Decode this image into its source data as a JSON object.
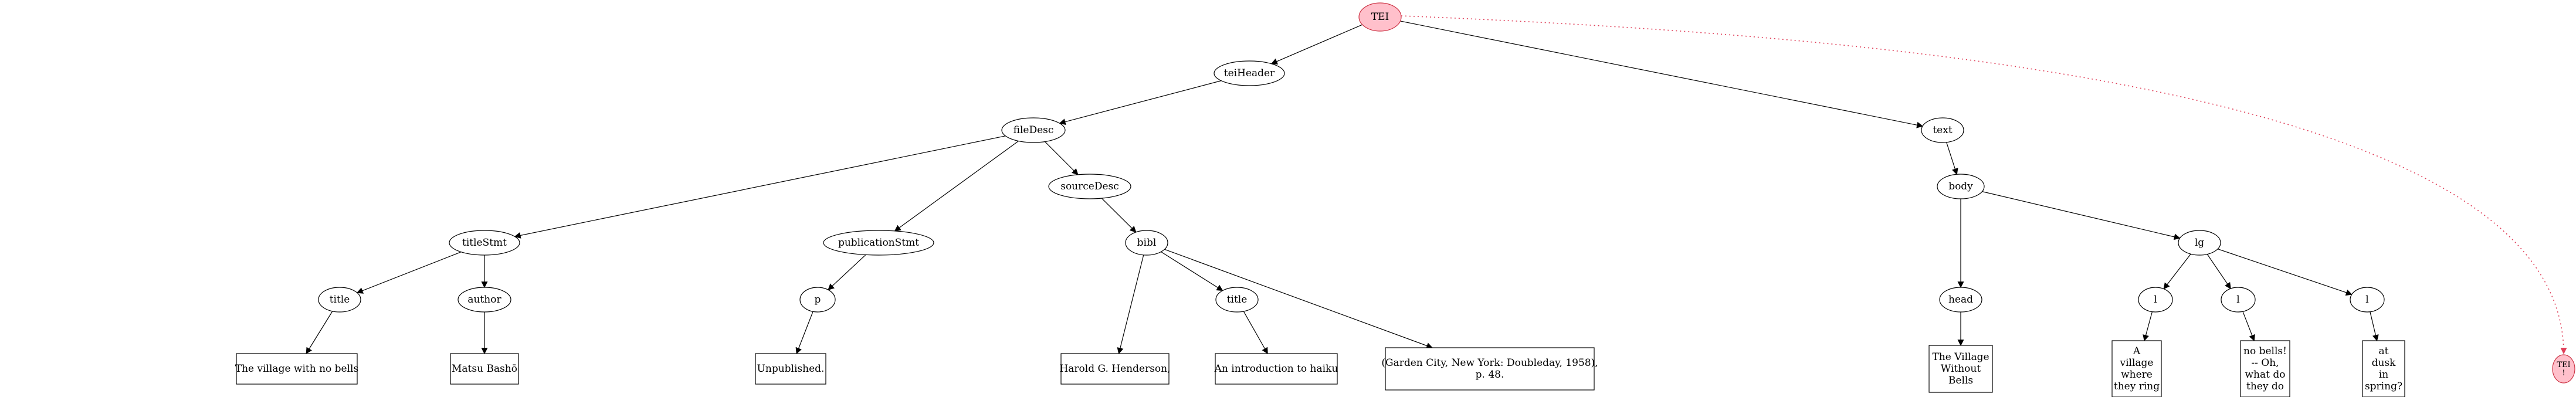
{
  "tree": {
    "nodes": [
      {
        "id": "tei",
        "label": "TEI",
        "shape": "ellipse",
        "highlight": true
      },
      {
        "id": "teiHeader",
        "label": "teiHeader",
        "shape": "ellipse"
      },
      {
        "id": "text",
        "label": "text",
        "shape": "ellipse"
      },
      {
        "id": "fileDesc",
        "label": "fileDesc",
        "shape": "ellipse"
      },
      {
        "id": "titleStmt",
        "label": "titleStmt",
        "shape": "ellipse"
      },
      {
        "id": "title1",
        "label": "title",
        "shape": "ellipse"
      },
      {
        "id": "title1_text",
        "label": "The village with no bells",
        "shape": "box"
      },
      {
        "id": "author",
        "label": "author",
        "shape": "ellipse"
      },
      {
        "id": "author_text",
        "label": "Matsu Bashō",
        "shape": "box"
      },
      {
        "id": "publicationStmt",
        "label": "publicationStmt",
        "shape": "ellipse"
      },
      {
        "id": "p",
        "label": "p",
        "shape": "ellipse"
      },
      {
        "id": "p_text",
        "label": "Unpublished.",
        "shape": "box"
      },
      {
        "id": "sourceDesc",
        "label": "sourceDesc",
        "shape": "ellipse"
      },
      {
        "id": "bibl",
        "label": "bibl",
        "shape": "ellipse"
      },
      {
        "id": "bibl_text1",
        "label": "Harold G. Henderson,",
        "shape": "box"
      },
      {
        "id": "title2",
        "label": "title",
        "shape": "ellipse"
      },
      {
        "id": "title2_text",
        "label": "An introduction to haiku",
        "shape": "box"
      },
      {
        "id": "bibl_text2",
        "label": "(Garden City, New York: Doubleday, 1958),\np. 48.",
        "shape": "box"
      },
      {
        "id": "body",
        "label": "body",
        "shape": "ellipse"
      },
      {
        "id": "head",
        "label": "head",
        "shape": "ellipse"
      },
      {
        "id": "head_text",
        "label": "The Village\nWithout\nBells",
        "shape": "box"
      },
      {
        "id": "lg",
        "label": "lg",
        "shape": "ellipse"
      },
      {
        "id": "l1",
        "label": "l",
        "shape": "ellipse"
      },
      {
        "id": "l1_text",
        "label": "A\nvillage\nwhere\nthey ring",
        "shape": "box"
      },
      {
        "id": "l2",
        "label": "l",
        "shape": "ellipse"
      },
      {
        "id": "l2_text",
        "label": "no bells!\n-- Oh,\nwhat do\nthey do",
        "shape": "box"
      },
      {
        "id": "l3",
        "label": "l",
        "shape": "ellipse"
      },
      {
        "id": "l3_text",
        "label": "at\ndusk\nin\nspring?",
        "shape": "box"
      },
      {
        "id": "tei_small",
        "label": "TEI\n!",
        "shape": "ellipse",
        "highlight": true
      }
    ],
    "edges": [
      {
        "from": "tei",
        "to": "teiHeader"
      },
      {
        "from": "tei",
        "to": "text"
      },
      {
        "from": "tei",
        "to": "tei_small",
        "style": "dotted"
      },
      {
        "from": "teiHeader",
        "to": "fileDesc"
      },
      {
        "from": "fileDesc",
        "to": "titleStmt"
      },
      {
        "from": "fileDesc",
        "to": "publicationStmt"
      },
      {
        "from": "fileDesc",
        "to": "sourceDesc"
      },
      {
        "from": "titleStmt",
        "to": "title1"
      },
      {
        "from": "titleStmt",
        "to": "author"
      },
      {
        "from": "title1",
        "to": "title1_text"
      },
      {
        "from": "author",
        "to": "author_text"
      },
      {
        "from": "publicationStmt",
        "to": "p"
      },
      {
        "from": "p",
        "to": "p_text"
      },
      {
        "from": "sourceDesc",
        "to": "bibl"
      },
      {
        "from": "bibl",
        "to": "bibl_text1"
      },
      {
        "from": "bibl",
        "to": "title2"
      },
      {
        "from": "bibl",
        "to": "bibl_text2"
      },
      {
        "from": "title2",
        "to": "title2_text"
      },
      {
        "from": "text",
        "to": "body"
      },
      {
        "from": "body",
        "to": "head"
      },
      {
        "from": "body",
        "to": "lg"
      },
      {
        "from": "head",
        "to": "head_text"
      },
      {
        "from": "lg",
        "to": "l1"
      },
      {
        "from": "lg",
        "to": "l2"
      },
      {
        "from": "lg",
        "to": "l3"
      },
      {
        "from": "l1",
        "to": "l1_text"
      },
      {
        "from": "l2",
        "to": "l2_text"
      },
      {
        "from": "l3",
        "to": "l3_text"
      }
    ]
  },
  "colors": {
    "highlight_fill": "#ffc0cb",
    "highlight_stroke": "#cc3344",
    "dotted_edge": "#e0405a",
    "stroke": "#000000",
    "background": "#ffffff"
  }
}
